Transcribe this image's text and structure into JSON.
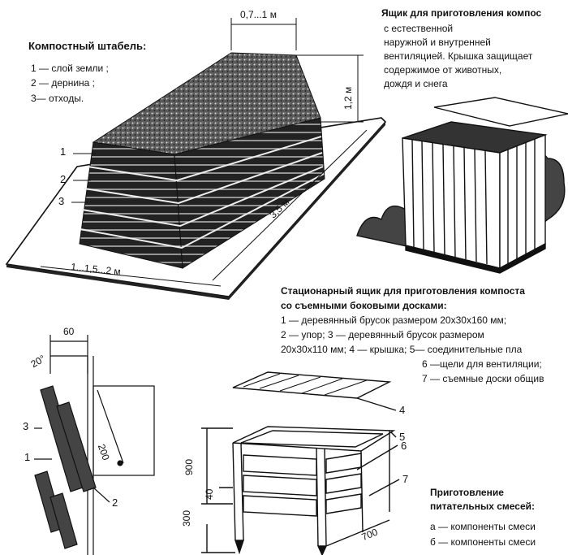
{
  "compost_pile": {
    "title": "Компостный штабель:",
    "legend": [
      "1 — слой земли ;",
      "2 — дернина ;",
      "3— отходы."
    ],
    "callouts": [
      "1",
      "2",
      "3"
    ],
    "dims": {
      "top_width": "0,7...1 м",
      "height": "1,2 м",
      "length": "3,5 м",
      "base_width": "1...1,5...2 м"
    }
  },
  "ventilated_box": {
    "title": "Ящик для приготовления компос",
    "lines": [
      "с естественной",
      "наружной и внутренней",
      "вентиляцией. Крышка защищает",
      "содержимое от животных,",
      "дождя и снега"
    ]
  },
  "stationary_box": {
    "title_lines": [
      "Стационарный ящик для приготовления компоста",
      "со съемными боковыми досками:"
    ],
    "lines": [
      "1 — деревянный брусок размером 20x30x160 мм;",
      "2 — упор; 3 — деревянный брусок размером",
      "20x30x110 мм; 4 — крышка; 5— соединительные пла",
      "6 —щели для вентиляции;",
      "7 — съемные доски общив"
    ],
    "callouts": [
      "4",
      "5",
      "6",
      "7"
    ],
    "dims": {
      "height_900": "900",
      "gap_40": "40",
      "leg_300": "300",
      "width_700": "700"
    }
  },
  "detail": {
    "dims": {
      "d60": "60",
      "d20": "20°",
      "d200": "200"
    },
    "callouts": [
      "3",
      "1",
      "2"
    ]
  },
  "mixes": {
    "title_lines": [
      "Приготовление",
      "питательных смесей:"
    ],
    "lines": [
      "а — компоненты смеси",
      "б — компоненты смеси"
    ]
  }
}
